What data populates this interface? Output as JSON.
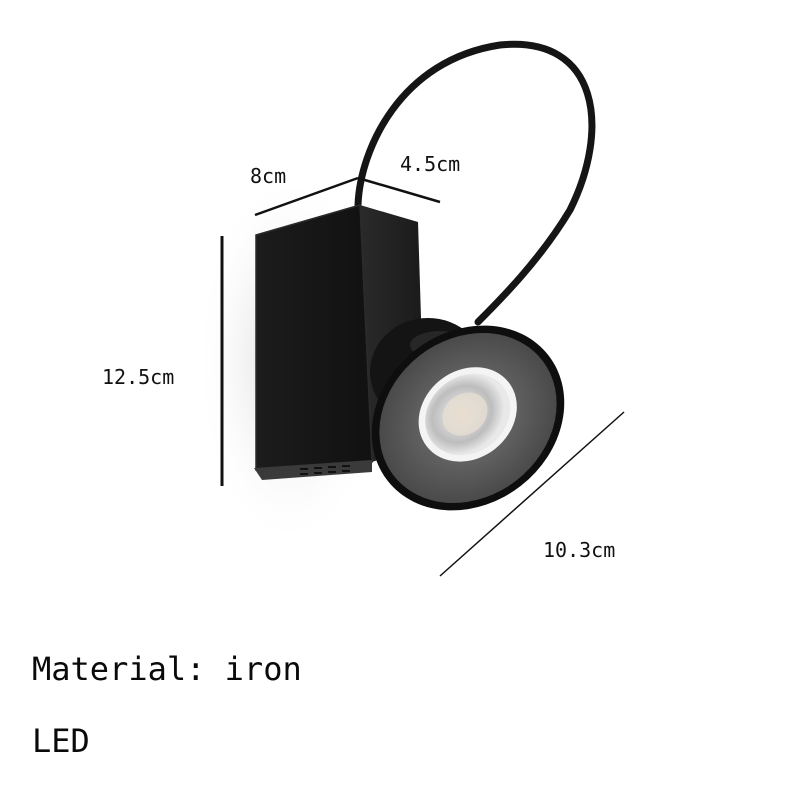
{
  "product": {
    "dimensions": {
      "width": "8cm",
      "depth": "4.5cm",
      "height": "12.5cm",
      "shade_diameter": "10.3cm"
    },
    "specs": {
      "material": "Material: iron",
      "light_source": "LED"
    }
  },
  "colors": {
    "background": "#ffffff",
    "lamp_body": "#1a1a1a",
    "shade_inner": "#5a5a5a",
    "bulb": "#e8e8e8",
    "bulb_warm": "#f0d9b8",
    "dimension_line": "#111111"
  }
}
